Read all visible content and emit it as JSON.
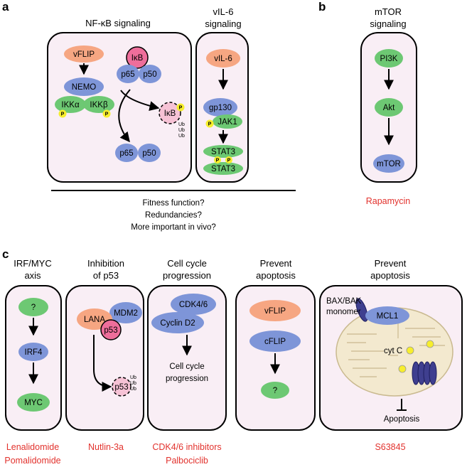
{
  "panels": {
    "a": "a",
    "b": "b",
    "c": "c"
  },
  "colors": {
    "box_fill": "#f9eef5",
    "orange": "#f6a682",
    "blue": "#7e95d8",
    "green": "#6dc873",
    "pink": "#ee6e9b",
    "yellow": "#f7ee2d",
    "drug_red": "#e2322d",
    "mito_fill": "#f3e9cf"
  },
  "icons": [
    "arrow-icon",
    "inhibition-bar-icon",
    "phosphate-icon",
    "mitochondrion-icon",
    "pore-icon"
  ],
  "panel_a": {
    "nfkb_title": "NF-κB signaling",
    "vil6_title_1": "vIL-6",
    "vil6_title_2": "signaling",
    "vflip": "vFLIP",
    "nemo": "NEMO",
    "ikka": "IKKα",
    "ikkb": "IKKβ",
    "ikb": "IκB",
    "p65": "p65",
    "p50": "p50",
    "ub": "Ub",
    "p": "P",
    "vil6": "vIL-6",
    "gp130": "gp130",
    "jak1": "JAK1",
    "stat3": "STAT3",
    "q1": "Fitness function?",
    "q2": "Redundancies?",
    "q3": "More important in vivo?"
  },
  "panel_b": {
    "title_1": "mTOR",
    "title_2": "signaling",
    "pi3k": "PI3K",
    "akt": "Akt",
    "mtor": "mTOR",
    "drug": "Rapamycin"
  },
  "panel_c": {
    "irf_title_1": "IRF/MYC",
    "irf_title_2": "axis",
    "question": "?",
    "irf4": "IRF4",
    "myc": "MYC",
    "irf_drug_1": "Lenalidomide",
    "irf_drug_2": "Pomalidomide",
    "p53_title_1": "Inhibition",
    "p53_title_2": "of p53",
    "lana": "LANA",
    "mdm2": "MDM2",
    "p53": "p53",
    "p53_drug": "Nutlin-3a",
    "cc_title_1": "Cell cycle",
    "cc_title_2": "progression",
    "cdk46": "CDK4/6",
    "cyclin": "Cyclin D2",
    "cc_text_1": "Cell cycle",
    "cc_text_2": "progression",
    "cc_drug_1": "CDK4/6 inhibitors",
    "cc_drug_2": "Palbociclib",
    "apo1_title_1": "Prevent",
    "apo1_title_2": "apoptosis",
    "vflip": "vFLIP",
    "cflip": "cFLIP",
    "apo2_title_1": "Prevent",
    "apo2_title_2": "apoptosis",
    "bax_1": "BAX/BAK",
    "bax_2": "monomer",
    "mcl1": "MCL1",
    "cytc": "cyt C",
    "apoptosis": "Apoptosis",
    "apo2_drug": "S63845"
  }
}
